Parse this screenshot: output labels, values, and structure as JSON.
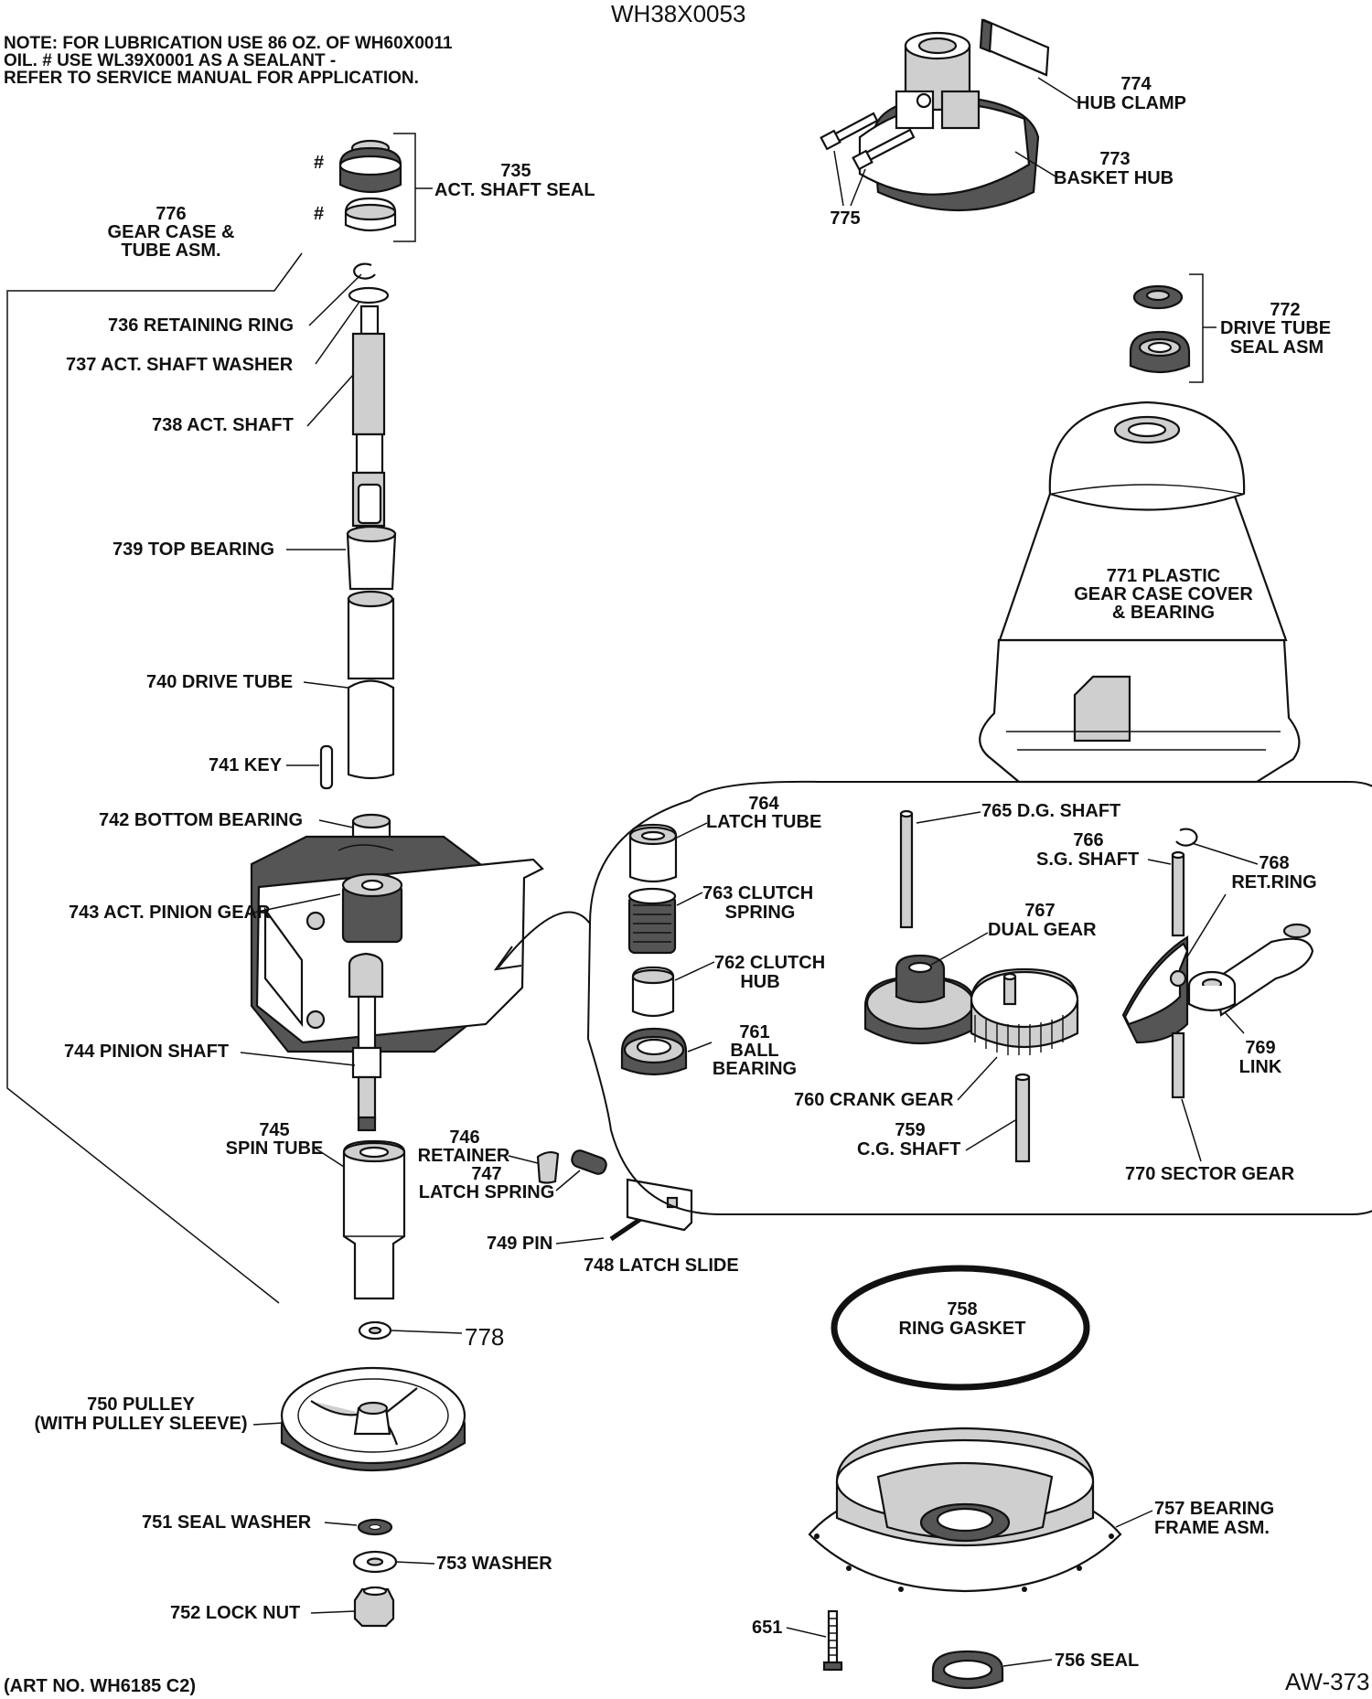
{
  "header": {
    "model_number": "WH38X0053",
    "note_line1": "NOTE: FOR LUBRICATION USE 86 OZ. OF WH60X0011",
    "note_line2": "OIL. # USE WL39X0001 AS A SEALANT -",
    "note_line3": "REFER TO SERVICE MANUAL FOR APPLICATION."
  },
  "footer": {
    "art_number": "(ART NO. WH6185 C2)",
    "drawing_code": "AW-373"
  },
  "labels": {
    "p735_num": "735",
    "p735_name": "ACT. SHAFT SEAL",
    "sealant_mark": "#",
    "p776_num": "776",
    "p776_l1": "GEAR CASE &",
    "p776_l2": "TUBE ASM.",
    "p736": "736 RETAINING RING",
    "p737": "737  ACT. SHAFT WASHER",
    "p738": "738 ACT. SHAFT",
    "p739": "739 TOP BEARING",
    "p740": "740 DRIVE TUBE",
    "p741": "741 KEY",
    "p742": "742 BOTTOM BEARING",
    "p743": "743 ACT. PINION GEAR",
    "p744": "744 PINION SHAFT",
    "p745_num": "745",
    "p745_name": "SPIN TUBE",
    "p746_num": "746",
    "p746_name": "RETAINER",
    "p747_num": "747",
    "p747_name": "LATCH SPRING",
    "p749": "749 PIN",
    "p748": "748 LATCH SLIDE",
    "p778": "778",
    "p750_l1": "750 PULLEY",
    "p750_l2": "(WITH PULLEY SLEEVE)",
    "p751": "751 SEAL WASHER",
    "p753": "753 WASHER",
    "p752": "752 LOCK NUT",
    "p774_num": "774",
    "p774_name": "HUB CLAMP",
    "p773_num": "773",
    "p773_name": "BASKET HUB",
    "p775": "775",
    "p772_num": "772",
    "p772_l1": "DRIVE TUBE",
    "p772_l2": "SEAL ASM",
    "p771_l1": "771 PLASTIC",
    "p771_l2": "GEAR CASE COVER",
    "p771_l3": "& BEARING",
    "p764_num": "764",
    "p764_name": "LATCH TUBE",
    "p763_l1": "763 CLUTCH",
    "p763_l2": "SPRING",
    "p762_l1": "762 CLUTCH",
    "p762_l2": "HUB",
    "p761_num": "761",
    "p761_l1": "BALL",
    "p761_l2": "BEARING",
    "p765": "765 D.G. SHAFT",
    "p766_num": "766",
    "p766_name": "S.G. SHAFT",
    "p768_num": "768",
    "p768_name": "RET.RING",
    "p767_num": "767",
    "p767_name": "DUAL GEAR",
    "p769_num": "769",
    "p769_name": "LINK",
    "p760": "760 CRANK GEAR",
    "p759_num": "759",
    "p759_name": "C.G. SHAFT",
    "p770": "770 SECTOR GEAR",
    "p758_num": "758",
    "p758_name": "RING GASKET",
    "p757_l1": "757 BEARING",
    "p757_l2": "FRAME ASM.",
    "p651": "651",
    "p756": "756 SEAL"
  }
}
